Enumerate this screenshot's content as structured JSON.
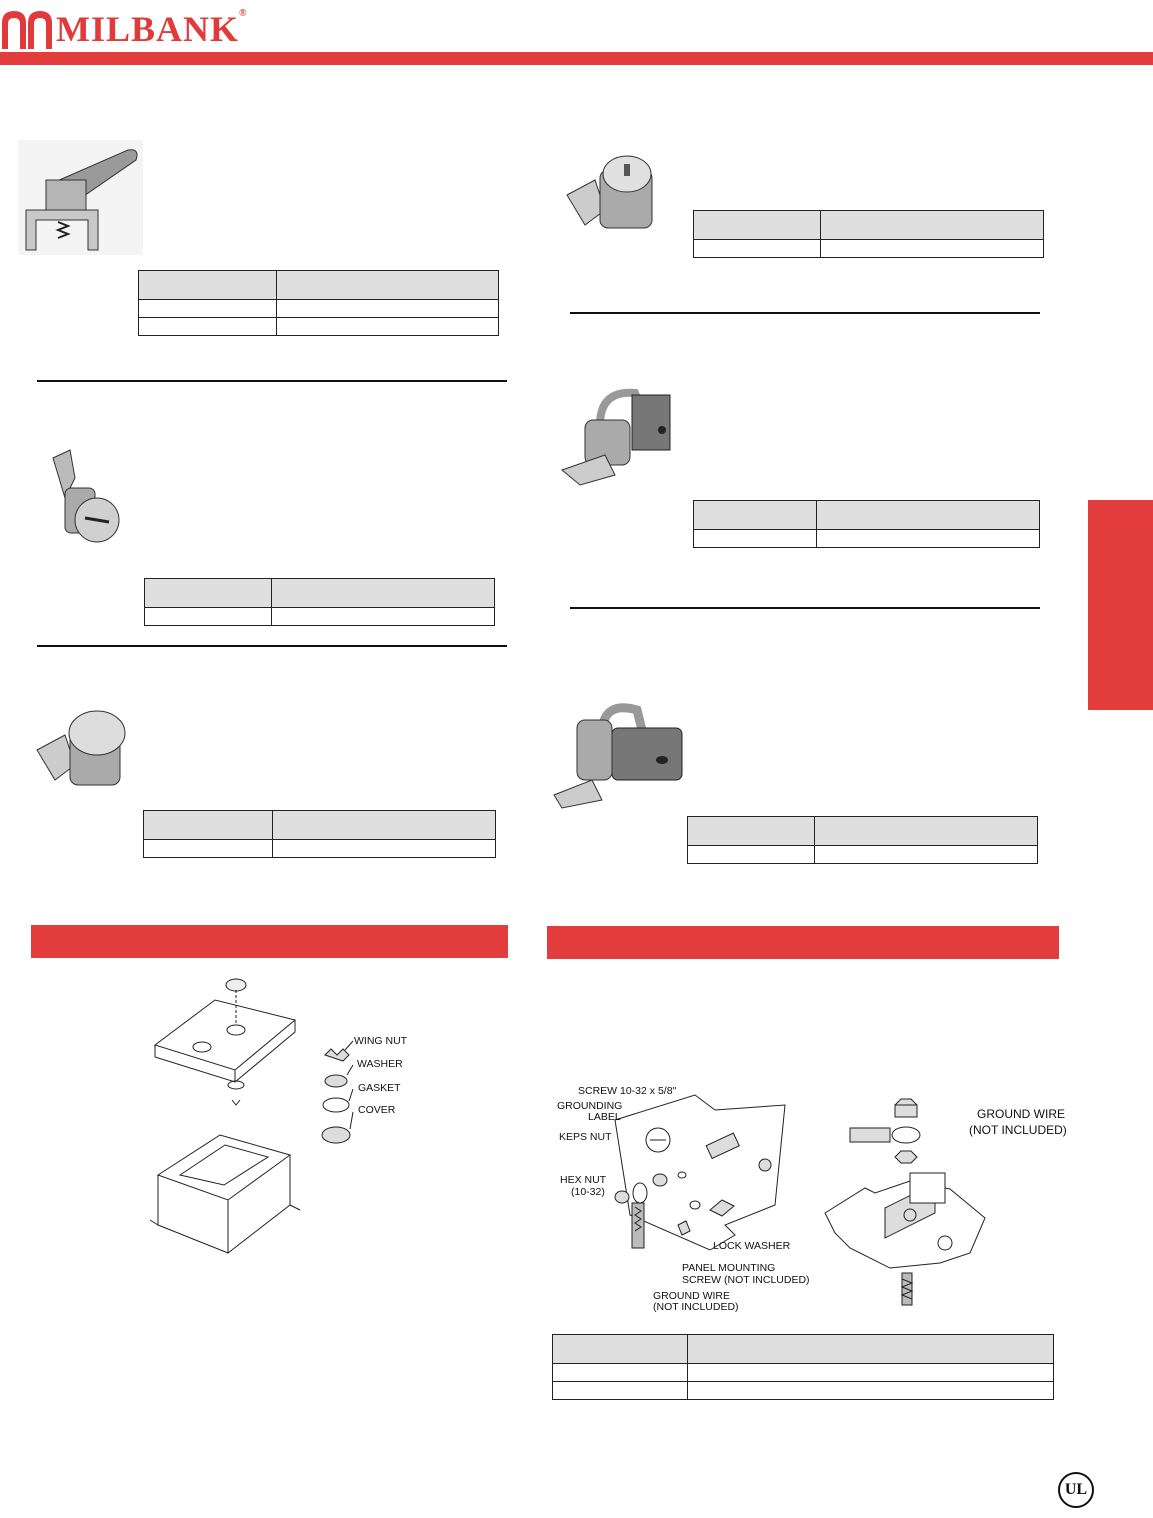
{
  "header": {
    "brand": "MILBANK",
    "registered": "®"
  },
  "diagram_left": {
    "labels": [
      "WING NUT",
      "WASHER",
      "GASKET",
      "COVER"
    ]
  },
  "diagram_right": {
    "labels": {
      "screw": "SCREW 10-32 x 5/8\"",
      "grounding1": "GROUNDING",
      "grounding2": "LABEL",
      "keps": "KEPS NUT",
      "hex1": "HEX NUT",
      "hex2": "(10-32)",
      "lock": "LOCK WASHER",
      "panel1": "PANEL MOUNTING",
      "panel2": "SCREW (NOT INCLUDED)",
      "gw1": "GROUND WIRE",
      "gw2": "(NOT INCLUDED)",
      "gwr1": "GROUND WIRE",
      "gwr2": "(NOT INCLUDED)"
    }
  },
  "footer": {
    "cert": "UL"
  }
}
